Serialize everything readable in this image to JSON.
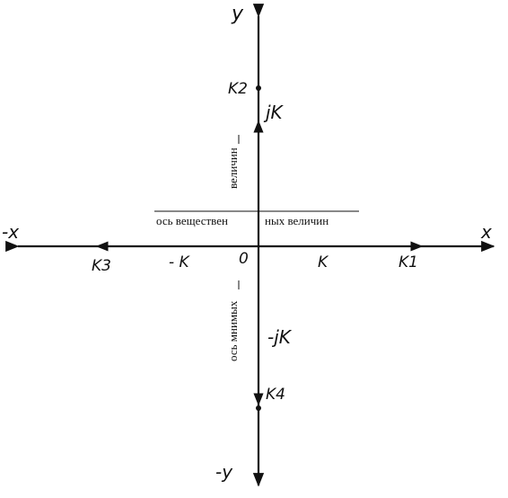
{
  "axes": {
    "x_pos": "x",
    "x_neg": "-x",
    "y_pos": "y",
    "y_neg": "-y",
    "origin": "0"
  },
  "points": {
    "k1": "K1",
    "k2": "K2",
    "k3": "K3",
    "k4": "K4"
  },
  "vectors": {
    "k_pos": "K",
    "k_neg": "- K",
    "jk_pos": "jK",
    "jk_neg": "-jK"
  },
  "captions": {
    "real_axis_left": "ось веществен",
    "real_axis_right": "ных величин",
    "imag_axis_upper": "величин",
    "imag_axis_lower": "ось мнимых"
  },
  "colors": {
    "ink": "#111111",
    "background": "#ffffff"
  }
}
